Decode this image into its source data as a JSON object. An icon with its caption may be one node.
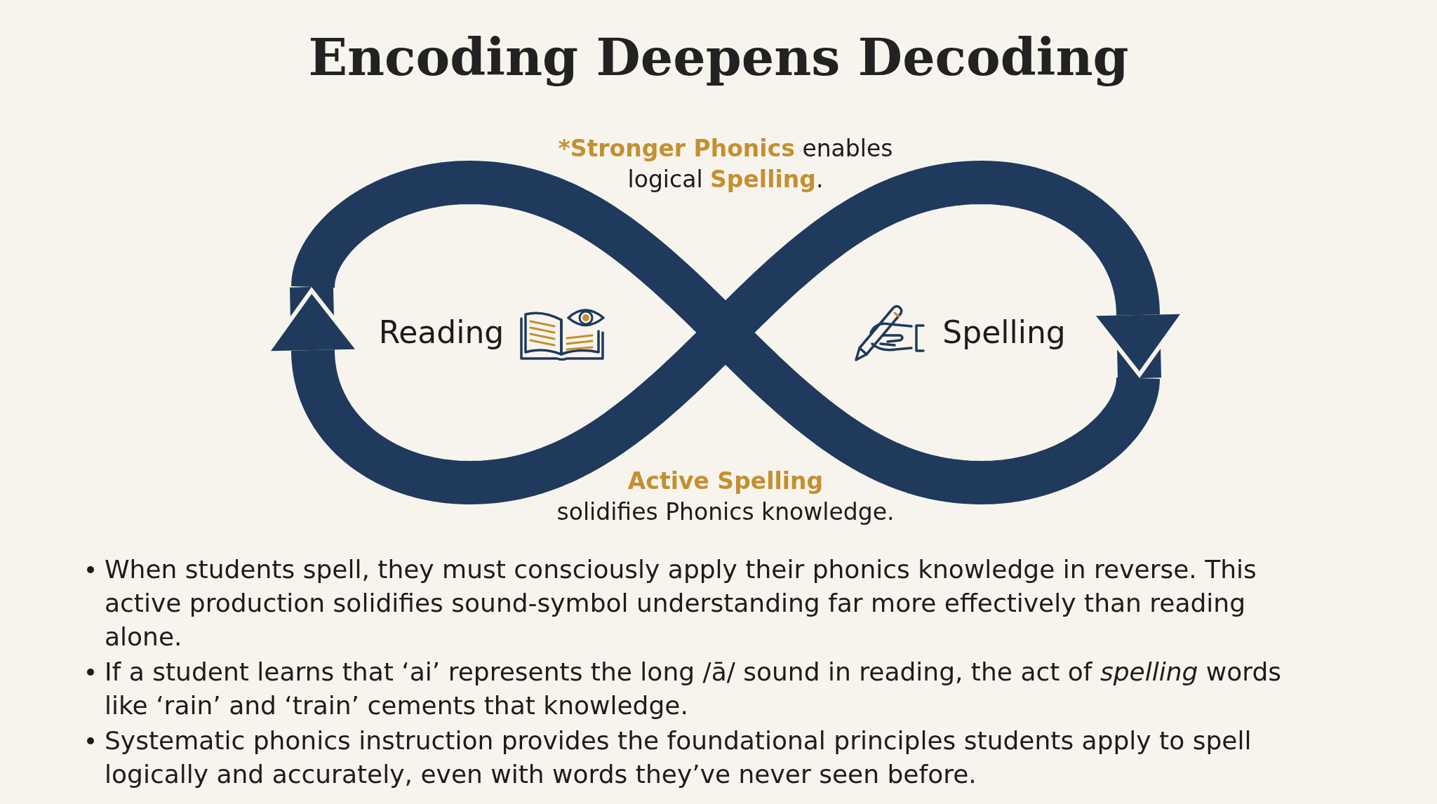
{
  "diagram": {
    "title": "Encoding Deepens Decoding",
    "nodes": [
      {
        "text": [
          "Reading"
        ]
      },
      {
        "text": [
          "Spelling"
        ]
      }
    ],
    "edges": [
      {
        "from": 0,
        "to": 1,
        "arrow": "to",
        "label": "***Stronger Phonics** enables logical **Spelling**."
      },
      {
        "from": 1,
        "to": 0,
        "arrow": "to",
        "label": "**Active Spelling** solidifies Phonics knowledge."
      }
    ],
    "labels": [
      "When students spell, they must consciously apply their phonics knowledge in reverse. This active production solidifies sound-symbol understanding far more effectively than reading alone.",
      "If a student learns that ‘ai’ represents the long /ā/ sound in reading, the act of *spelling* words like ‘rain’ and ‘train’ cements that knowledge.",
      "Systematic phonics instruction provides the foundational principles students apply to spell logically and accurately, even with words they’ve never seen before."
    ]
  }
}
